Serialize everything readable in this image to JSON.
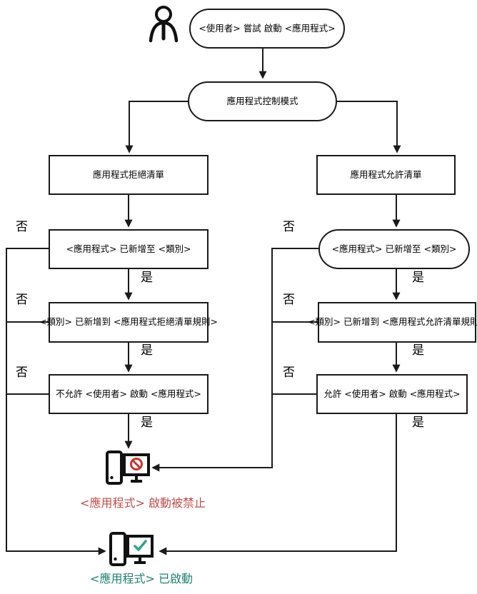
{
  "labels": {
    "no": "否",
    "yes": "是"
  },
  "nodes": {
    "start": "<使用者> 嘗試 啟動 <應用程式>",
    "mode": "應用程式控制模式",
    "deny_list": "應用程式拒絕清單",
    "allow_list": "應用程式允許清單",
    "deny_category": "<應用程式> 已新增至 <類別>",
    "allow_category": "<應用程式> 已新增至 <類別>",
    "deny_rule": "<類別> 已新增到 <應用程式拒絕清單規則>",
    "allow_rule": "<類別> 已新增到 <應用程式允許清單規則>",
    "deny_action": "不允許 <使用者> 啟動 <應用程式>",
    "allow_action": "允許 <使用者> 啟動 <應用程式>"
  },
  "results": {
    "blocked": "<應用程式> 啟動被禁止",
    "started": "<應用程式> 已啟動"
  },
  "icons": {
    "user": "person-outline",
    "blocked": "computer-with-prohibition-sign",
    "started": "computer-with-check-mark"
  },
  "colors": {
    "line": "#1a1a1a",
    "prohibit": "#c9362e",
    "check": "#2aa58b",
    "blocked_text": "#c0504a",
    "started_text": "#1e8273"
  }
}
